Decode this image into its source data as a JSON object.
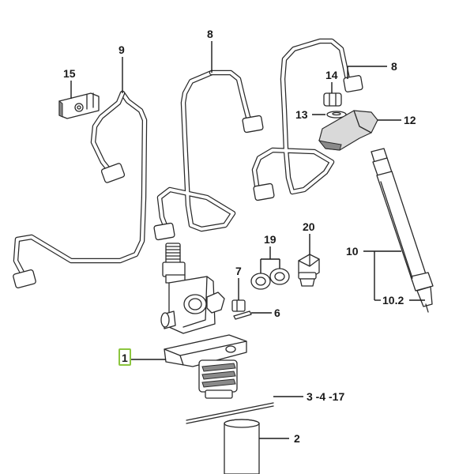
{
  "callouts": {
    "c1": "1",
    "c2": "2",
    "c3": "3 -4 -17",
    "c6": "6",
    "c7": "7",
    "c8a": "8",
    "c8b": "8",
    "c9": "9",
    "c10": "10",
    "c10_2": "10.2",
    "c12": "12",
    "c13": "13",
    "c14": "14",
    "c15": "15",
    "c19": "19",
    "c20": "20"
  },
  "colors": {
    "line": "#2a2a2a",
    "highlight": "#8cc63f",
    "background": "#ffffff"
  }
}
